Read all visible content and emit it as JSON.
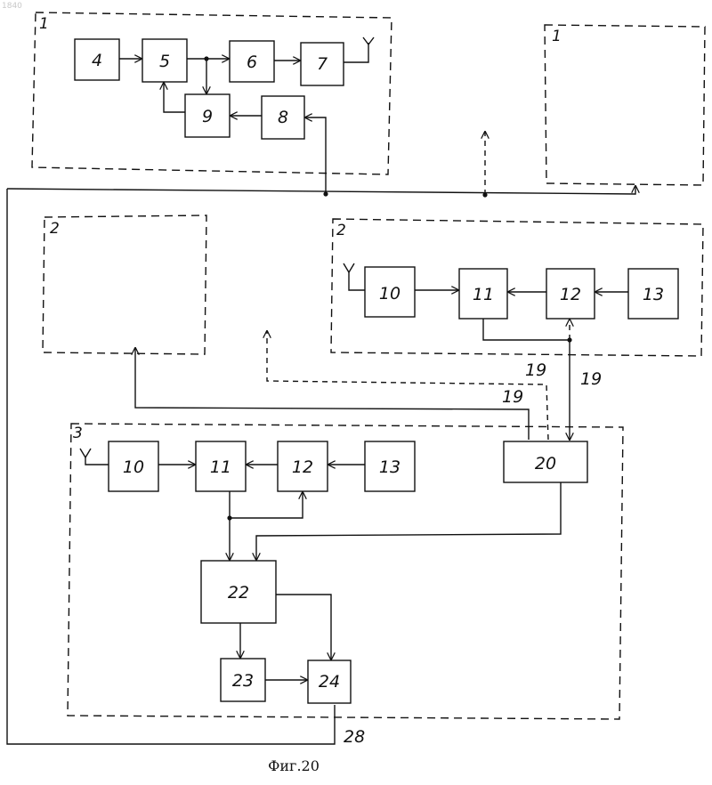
{
  "corner_mark": "1840",
  "caption": "Фиг.20",
  "groups": {
    "g1_top": "1",
    "g1_right": "1",
    "g2_left": "2",
    "g2_right": "2",
    "g3": "3"
  },
  "blocks": {
    "b4": "4",
    "b5": "5",
    "b6": "6",
    "b7": "7",
    "b8": "8",
    "b9": "9",
    "b10a": "10",
    "b11a": "11",
    "b12a": "12",
    "b13a": "13",
    "b10b": "10",
    "b11b": "11",
    "b12b": "12",
    "b13b": "13",
    "b20": "20",
    "b22": "22",
    "b23": "23",
    "b24": "24"
  },
  "line_labels": {
    "l19a": "19",
    "l19b": "19",
    "l19c": "19",
    "l28": "28"
  }
}
